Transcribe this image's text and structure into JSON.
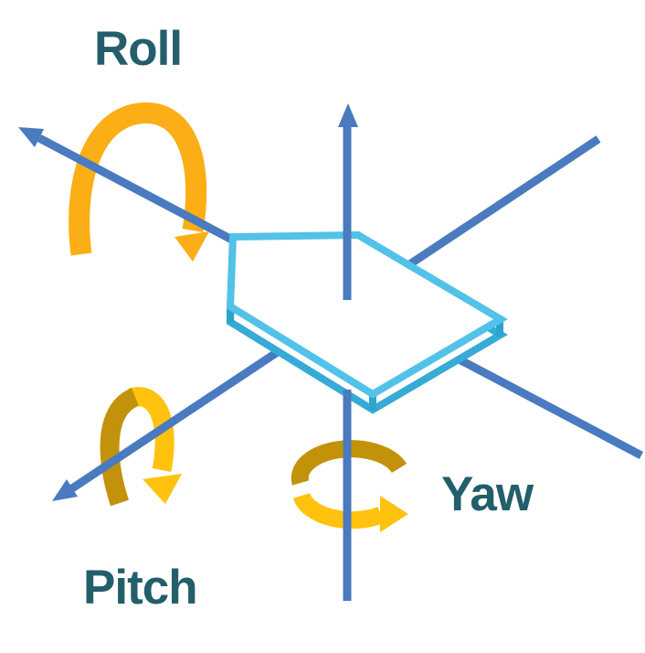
{
  "labels": {
    "roll": "Roll",
    "pitch": "Pitch",
    "yaw": "Yaw"
  },
  "colors": {
    "label_text": "#235E6B",
    "axis_blue": "#4A7ABF",
    "plate_top_edge": "#52C2E8",
    "plate_bottom_edge": "#35ABD5",
    "plate_vertical_edge": "#2CA4CC",
    "roll_arrow_yellow": "#FBAE15",
    "rotation_bright_yellow": "#FFC30F",
    "rotation_dark_gold": "#C3920B",
    "plate_fill": "#FFFFFF",
    "background": "#FFFFFF"
  }
}
